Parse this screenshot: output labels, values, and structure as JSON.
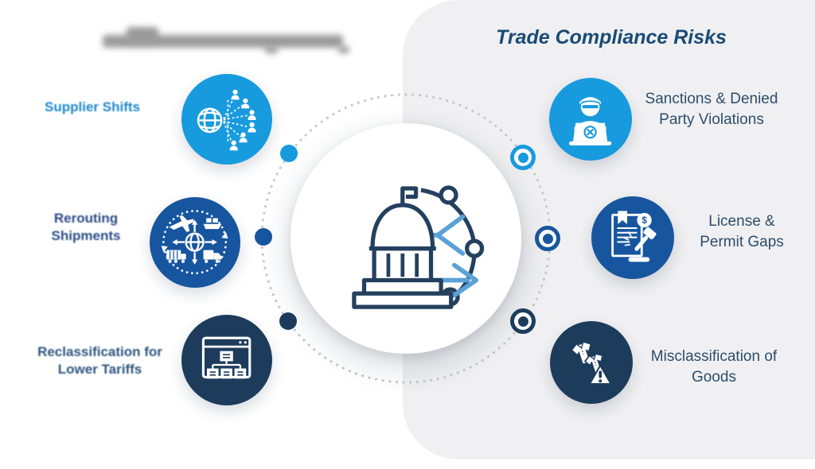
{
  "palette": {
    "bright_blue": "#189ade",
    "mid_blue": "#17569f",
    "navy": "#1d3c5c",
    "panel_gray": "#f0f0f2",
    "title_blue": "#1a4b77",
    "right_text": "#2c4d6b",
    "dotted_ring_gray": "#c9c9ca"
  },
  "left_section": {
    "items": [
      {
        "label": "Supplier Shifts",
        "lines": [
          "Supplier Shifts"
        ],
        "icon": "supplier-network-icon",
        "color": "#189ade"
      },
      {
        "label": "Rerouting Shipments",
        "lines": [
          "Rerouting",
          "Shipments"
        ],
        "icon": "global-logistics-icon",
        "color": "#17569f"
      },
      {
        "label": "Reclassification for Lower Tariffs",
        "lines": [
          "Reclassification for",
          "Lower Tariffs"
        ],
        "icon": "sitemap-window-icon",
        "color": "#1d3c5c"
      }
    ]
  },
  "right_section": {
    "title": "Trade Compliance Risks",
    "items": [
      {
        "label": "Sanctions & Denied Party Violations",
        "lines": [
          "Sanctions & Denied",
          "Party Violations"
        ],
        "icon": "denied-user-laptop-icon",
        "color": "#189ade"
      },
      {
        "label": "License & Permit Gaps",
        "lines": [
          "License &",
          "Permit Gaps"
        ],
        "icon": "license-gavel-icon",
        "color": "#17569f"
      },
      {
        "label": "Misclassification of Goods",
        "lines": [
          "Misclassification of",
          "Goods"
        ],
        "icon": "goods-warning-icon",
        "color": "#1d3c5c"
      }
    ]
  },
  "center": {
    "icon": "government-trade-icon"
  }
}
